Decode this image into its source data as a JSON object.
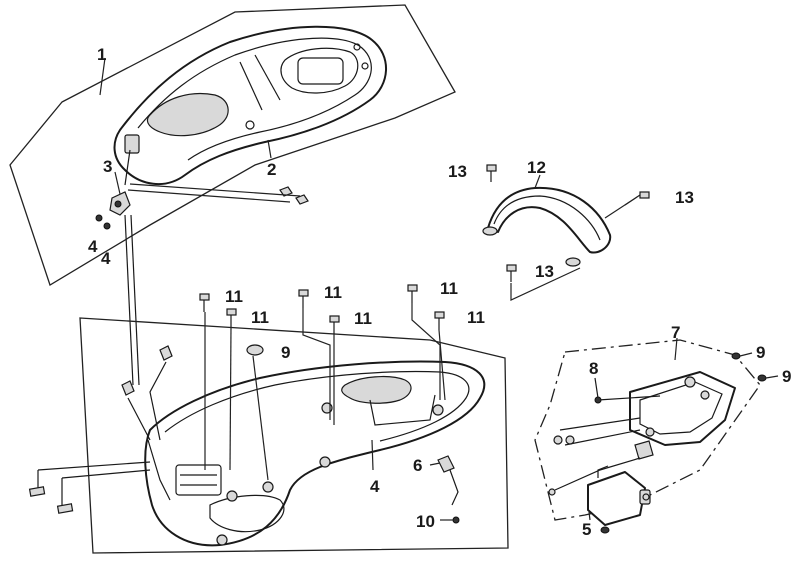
{
  "callouts": {
    "c1": "1",
    "c2": "2",
    "c3": "3",
    "c4a": "4",
    "c4b": "4",
    "c4c": "4",
    "c5": "5",
    "c6": "6",
    "c7": "7",
    "c8": "8",
    "c9a": "9",
    "c9b": "9",
    "c9c": "9",
    "c10": "10",
    "c11a": "11",
    "c11b": "11",
    "c11c": "11",
    "c11d": "11",
    "c11e": "11",
    "c11f": "11",
    "c12": "12",
    "c13a": "13",
    "c13b": "13",
    "c13c": "13"
  }
}
